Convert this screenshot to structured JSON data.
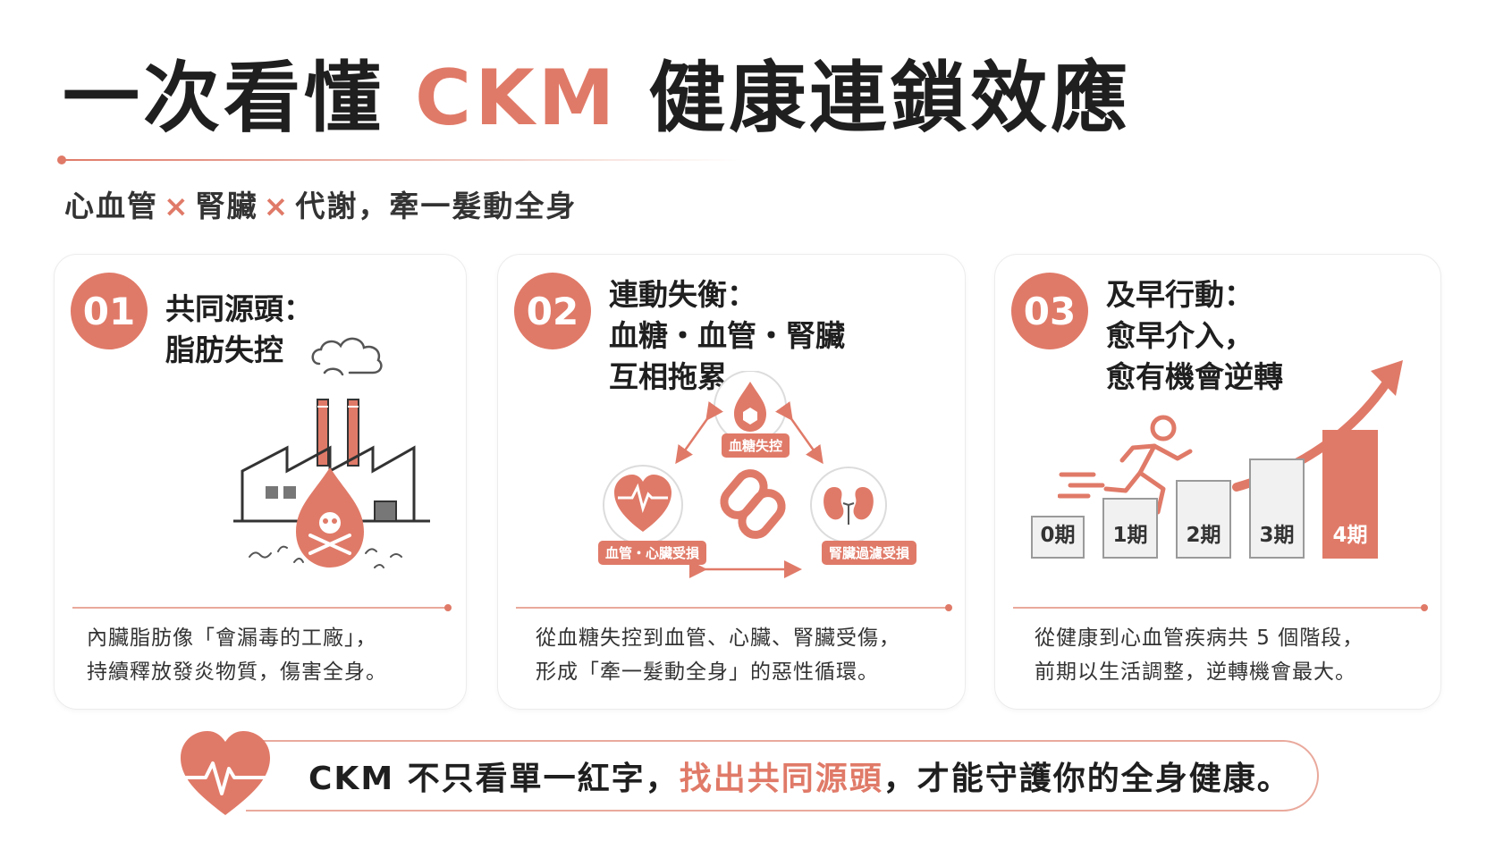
{
  "title": {
    "pre": "一次看懂",
    "highlight": "CKM",
    "post": "健康連鎖效應"
  },
  "subtitle": {
    "p1": "心血管",
    "sep": "×",
    "p2": "腎臟",
    "p3": "代謝，牽一髮動全身"
  },
  "cards": [
    {
      "number": "01",
      "head_line1": "共同源頭：",
      "head_line2": "脂肪失控",
      "desc_line1": "內臟脂肪像「會漏毒的工廠」，",
      "desc_line2": "持續釋放發炎物質，傷害全身。"
    },
    {
      "number": "02",
      "head_line1": "連動失衡：",
      "head_line2": "血糖・血管・腎臟",
      "head_line3": "互相拖累",
      "labels": {
        "sugar": "血糖失控",
        "heart": "血管・心臟受損",
        "kidney": "腎臟過濾受損"
      },
      "desc_line1": "從血糖失控到血管、心臟、腎臟受傷，",
      "desc_line2": "形成「牽一髮動全身」的惡性循環。"
    },
    {
      "number": "03",
      "head_line1": "及早行動：",
      "head_line2": "愈早介入，",
      "head_line3": "愈有機會逆轉",
      "stages": [
        "0期",
        "1期",
        "2期",
        "3期",
        "4期"
      ],
      "desc_line1": "從健康到心血管疾病共 5 個階段，",
      "desc_line2": "前期以生活調整，逆轉機會最大。"
    }
  ],
  "banner": {
    "pre": "CKM 不只看單一紅字，",
    "highlight": "找出共同源頭",
    "post": "，才能守護你的全身健康。"
  },
  "colors": {
    "accent": "#e07a68",
    "text": "#1f1f1f",
    "muted": "#9a9a9a"
  },
  "icons": [
    "factory-icon",
    "toxic-drop-icon",
    "smoke-cloud-icon",
    "blood-drop-icon",
    "heart-pulse-icon",
    "kidney-icon",
    "chain-link-icon",
    "runner-icon",
    "rising-arrow-icon",
    "heart-ecg-icon"
  ]
}
